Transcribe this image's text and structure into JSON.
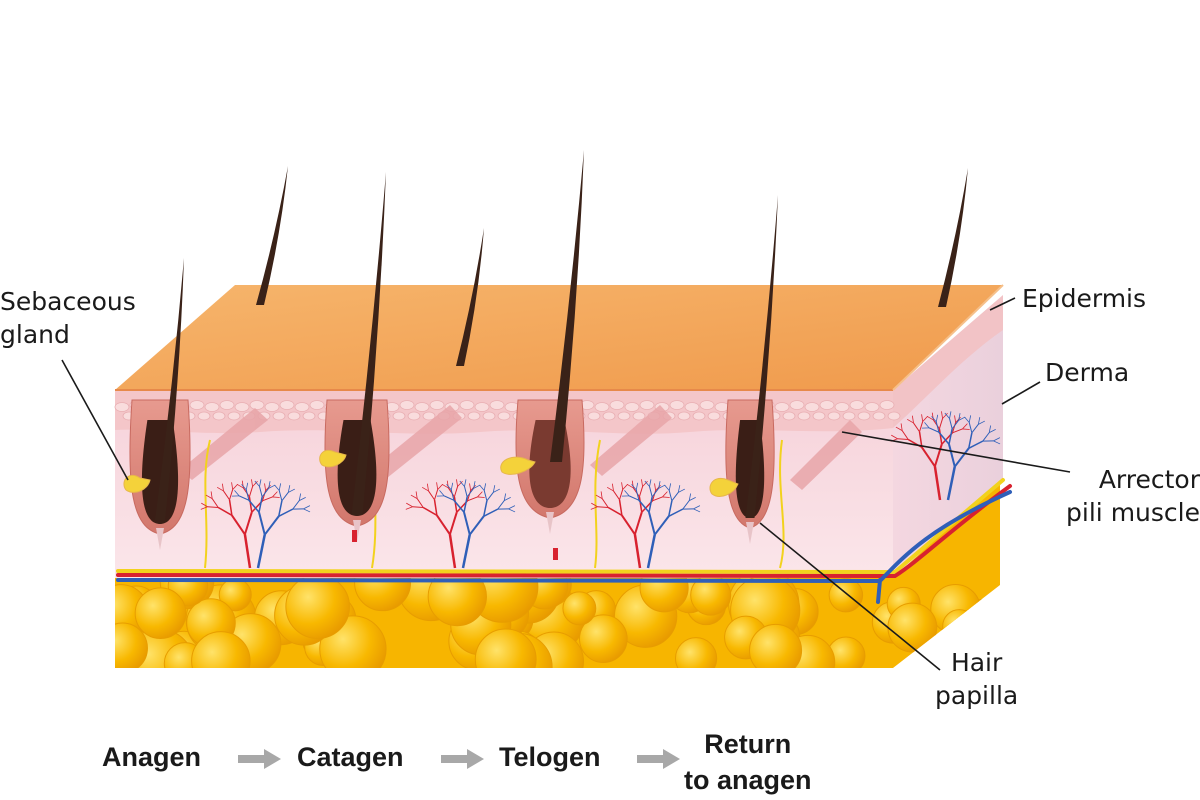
{
  "labels": {
    "sebaceous_gland": [
      "Sebaceous",
      "gland"
    ],
    "epidermis": "Epidermis",
    "derma": "Derma",
    "arrector_pili": [
      "Arrector",
      "pili muscle"
    ],
    "hair_papilla": [
      "Hair",
      "papilla"
    ]
  },
  "stages": {
    "anagen": "Anagen",
    "catagen": "Catagen",
    "telogen": "Telogen",
    "return_line1": "Return",
    "return_line2": "to anagen"
  },
  "colors": {
    "epidermis_top": "#f3a85e",
    "derma": "#f8dde3",
    "fat": "#f7b500",
    "hair": "#3a2218",
    "artery": "#d8222f",
    "vein": "#2f5fb8",
    "nerve": "#f2d21d",
    "arrow": "#a8a8a8"
  }
}
